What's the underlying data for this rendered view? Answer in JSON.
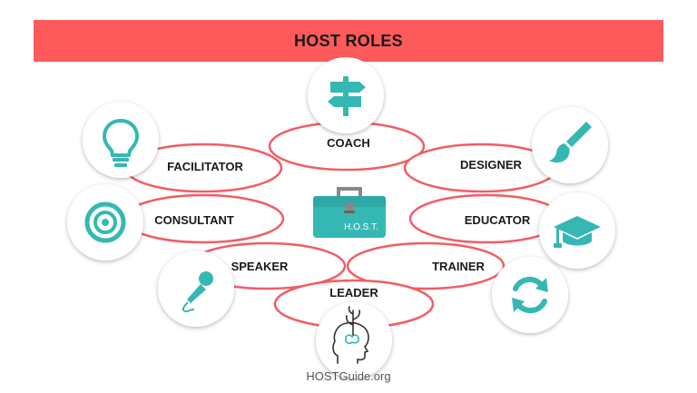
{
  "title": "HOST ROLES",
  "roles": {
    "coach": "COACH",
    "facilitator": "FACILITATOR",
    "designer": "DESIGNER",
    "consultant": "CONSULTANT",
    "educator": "EDUCATOR",
    "speaker": "SPEAKER",
    "trainer": "TRAINER",
    "leader": "LEADER"
  },
  "toolbox_label": "H.O.S.T.",
  "footer": "HOSTGuide.org",
  "icons": {
    "coach": "signpost-icon",
    "facilitator": "lightbulb-icon",
    "designer": "paintbrush-icon",
    "consultant": "target-icon",
    "educator": "graduation-cap-icon",
    "speaker": "microphone-icon",
    "trainer": "refresh-icon",
    "leader": "head-growth-icon",
    "center": "toolbox-icon"
  },
  "colors": {
    "banner": "#fe5a5b",
    "ellipse_stroke": "#f25c64",
    "icon": "#35b8b4",
    "text": "#1a1a1a"
  }
}
